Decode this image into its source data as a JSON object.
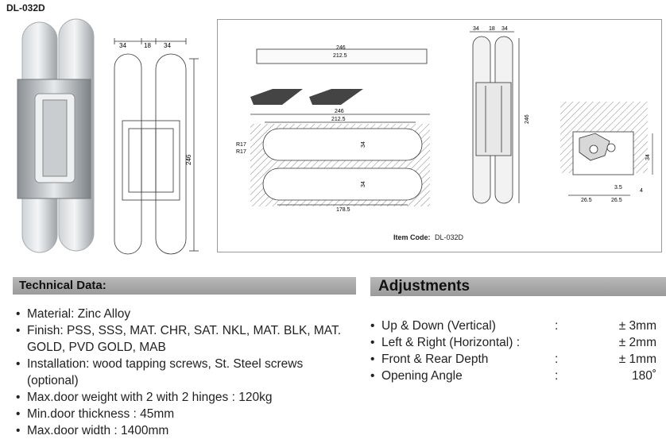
{
  "model_code": "DL-032D",
  "left_drawing": {
    "top_dims": [
      "34",
      "18",
      "34"
    ],
    "height_dim": "246"
  },
  "panel": {
    "item_code_label": "Item Code:",
    "item_code_value": "DL-032D",
    "plate_dims": [
      "246",
      "212.5"
    ],
    "slot_dims": {
      "overall": "246",
      "inner": "212.5",
      "radius_1": "R17",
      "radius_2": "R17",
      "width_upper": "34",
      "width_lower": "34",
      "bottom": "178.5"
    },
    "front_dims": {
      "top": [
        "34",
        "18",
        "34"
      ],
      "height": "246"
    },
    "section_dims": {
      "depth": "34",
      "gap": "3.5",
      "offset": "4",
      "left": "26.5",
      "right": "26.5"
    }
  },
  "technical": {
    "heading": "Technical Data:",
    "items": [
      "Material: Zinc Alloy",
      "Finish: PSS, SSS, MAT. CHR, SAT. NKL, MAT. BLK, MAT. GOLD, PVD GOLD, MAB",
      "Installation: wood tapping screws, St. Steel screws (optional)",
      "Max.door weight with 2 with 2 hinges : 120kg",
      "Min.door thickness : 45mm",
      "Max.door width : 1400mm"
    ]
  },
  "adjustments": {
    "heading": "Adjustments",
    "rows": [
      {
        "label": "Up & Down (Vertical)",
        "sep": ":",
        "value": "± 3mm"
      },
      {
        "label": "Left & Right (Horizontal) :",
        "sep": "",
        "value": "± 2mm"
      },
      {
        "label": "Front & Rear Depth",
        "sep": ":",
        "value": "± 1mm"
      },
      {
        "label": "Opening Angle",
        "sep": ":",
        "value": "180˚"
      }
    ]
  }
}
